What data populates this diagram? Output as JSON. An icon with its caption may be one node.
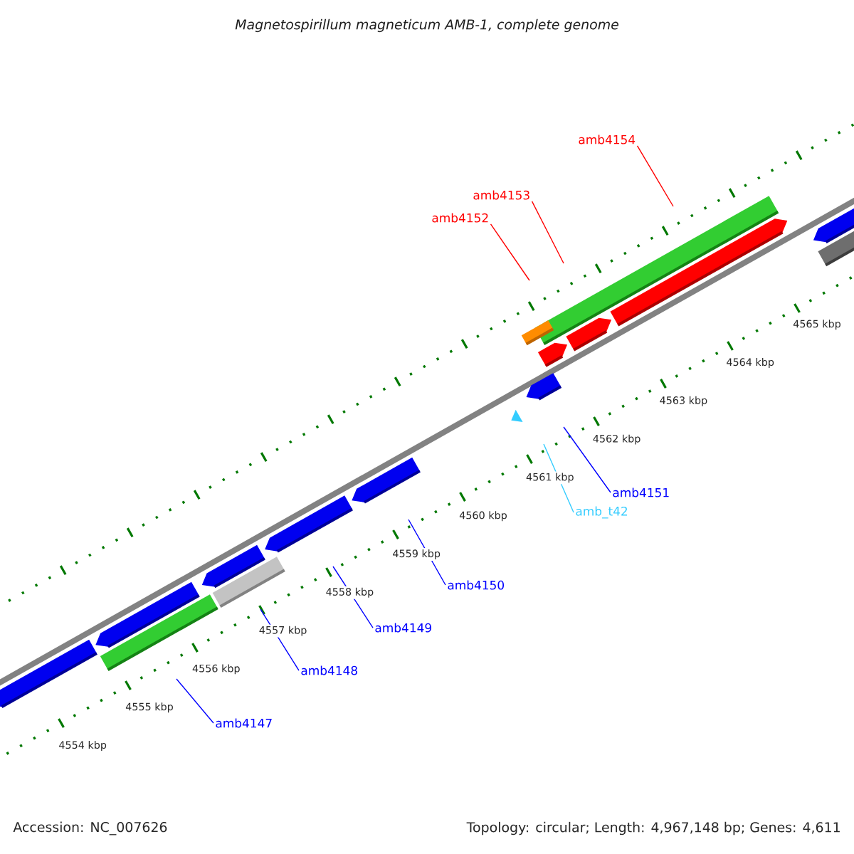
{
  "diagram": {
    "title": "Magnetospirillum magneticum AMB-1, complete genome",
    "nodes": [
      {
        "text": [
          "amb4154"
        ]
      },
      {
        "text": [
          "amb4153"
        ]
      },
      {
        "text": [
          "amb4152"
        ]
      },
      {
        "text": [
          "amb4151"
        ]
      },
      {
        "text": [
          "amb_t42"
        ]
      },
      {
        "text": [
          "amb4150"
        ]
      },
      {
        "text": [
          "amb4149"
        ]
      },
      {
        "text": [
          "amb4148"
        ]
      },
      {
        "text": [
          "amb4147"
        ]
      }
    ],
    "edges": [
      {
        "from": 0,
        "to": null,
        "arrow": "none",
        "color": "#ff0000"
      },
      {
        "from": 1,
        "to": null,
        "arrow": "none",
        "color": "#ff0000"
      },
      {
        "from": 2,
        "to": null,
        "arrow": "none",
        "color": "#ff0000"
      },
      {
        "from": 3,
        "to": null,
        "arrow": "none"
      },
      {
        "from": 4,
        "to": null,
        "arrow": "none",
        "color": "#33ccff"
      },
      {
        "from": 5,
        "to": null,
        "arrow": "none"
      },
      {
        "from": 6,
        "to": null,
        "arrow": "none"
      },
      {
        "from": 7,
        "to": null,
        "arrow": "none"
      },
      {
        "from": 8,
        "to": null,
        "arrow": "none"
      }
    ],
    "labels": [
      "4565 kbp",
      "4564 kbp",
      "4563 kbp",
      "4562 kbp",
      "4561 kbp",
      "4560 kbp",
      "4559 kbp",
      "4558 kbp",
      "4557 kbp",
      "4556 kbp",
      "4555 kbp",
      "4554 kbp",
      "Accession: NC_007626",
      "Topology: circular; Length: 4,967,148 bp; Genes: 4,611"
    ]
  }
}
